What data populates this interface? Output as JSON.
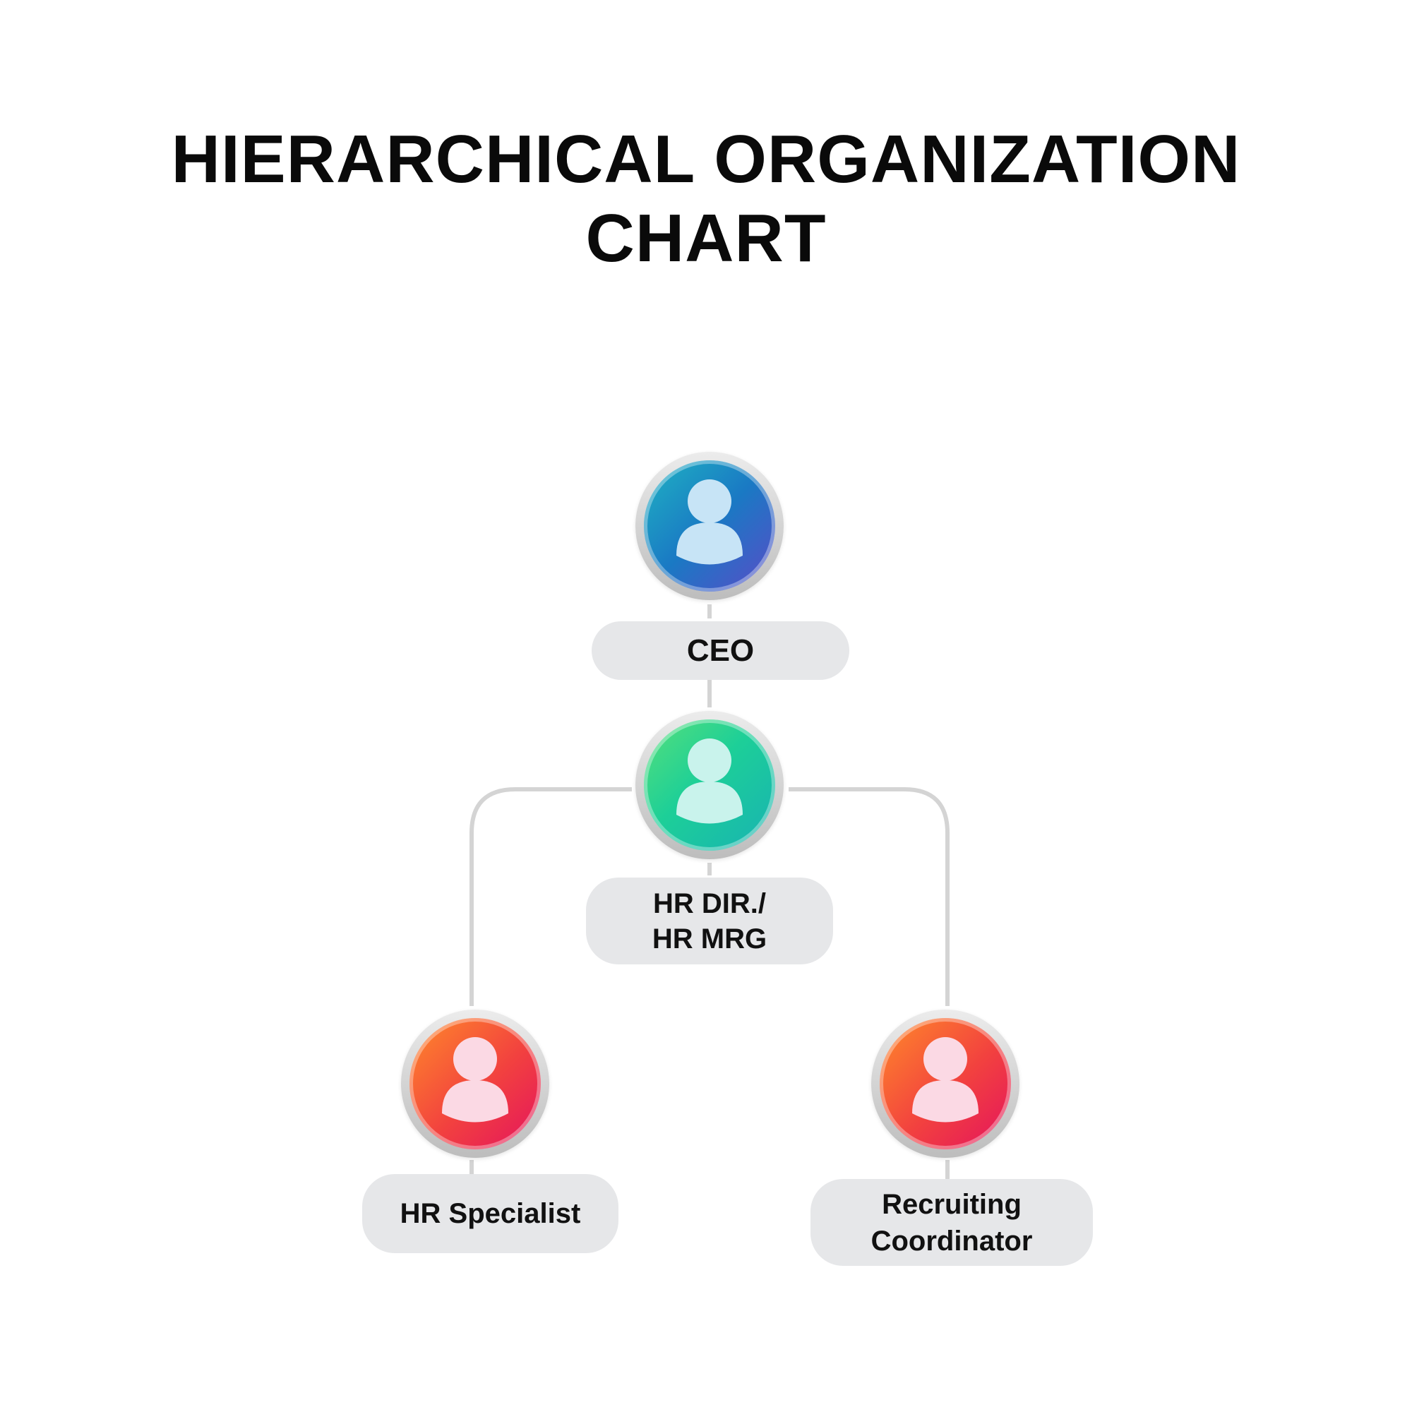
{
  "title": {
    "line1": "HIERARCHICAL ORGANIZATION",
    "line2": "CHART"
  },
  "colors": {
    "connector": "#d4d4d4",
    "label_bg": "#e6e7e9",
    "ceo_gradient": [
      "#1fb3c2",
      "#1a79c4",
      "#5b4bc8"
    ],
    "hr_director_gradient": [
      "#56e07a",
      "#1dcf98",
      "#18b2b3"
    ],
    "staff_gradient": [
      "#ff8a2a",
      "#f2413f",
      "#e4135e"
    ]
  },
  "nodes": {
    "ceo": {
      "icon": "person-icon",
      "label": "CEO"
    },
    "hr_director": {
      "icon": "person-icon",
      "label_line1": "HR DIR./",
      "label_line2": "HR MRG"
    },
    "hr_specialist": {
      "icon": "person-icon",
      "label": "HR Specialist"
    },
    "recruiting_coordinator": {
      "icon": "person-icon",
      "label_line1": "Recruiting",
      "label_line2": "Coordinator"
    }
  }
}
